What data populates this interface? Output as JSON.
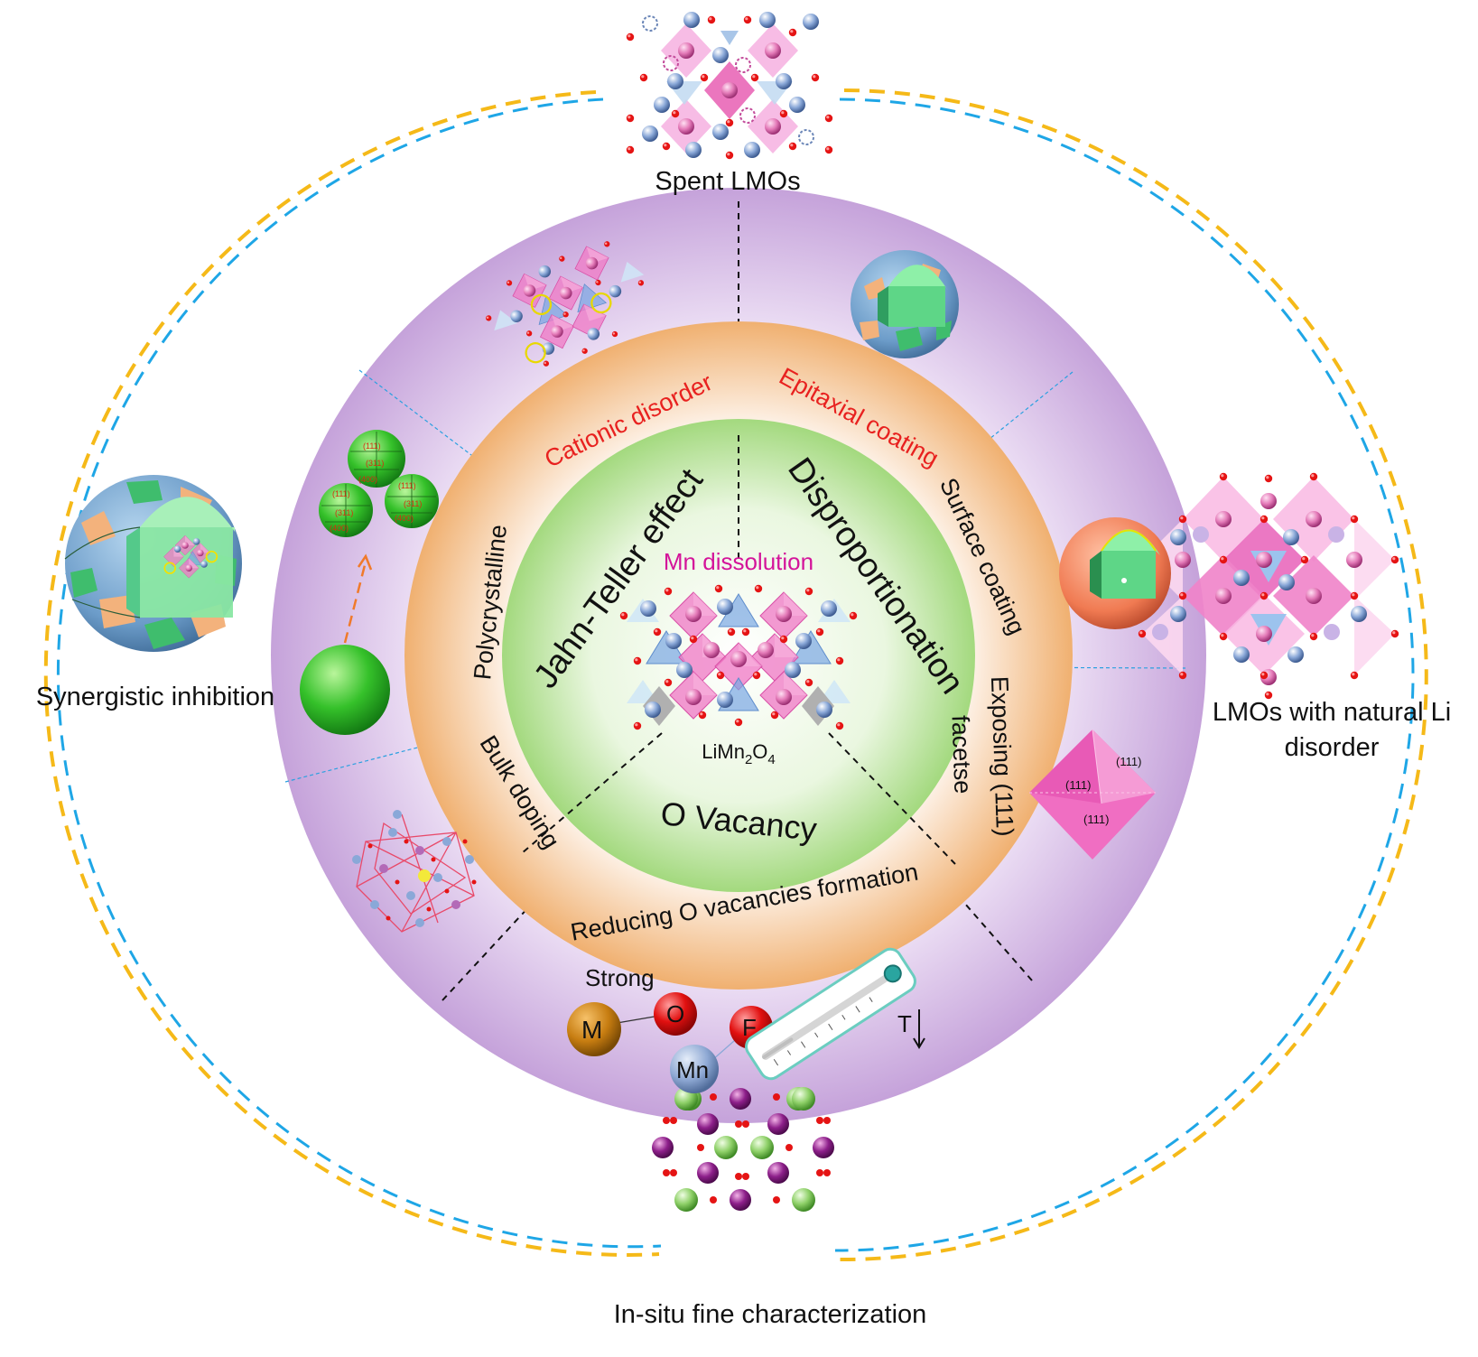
{
  "outer_labels": {
    "top": "Spent LMOs",
    "left": "Synergistic inhibition",
    "right_line1": "LMOs with natural Li",
    "right_line2": "disorder",
    "bottom": "In-situ fine characterization"
  },
  "core": {
    "jahn_teller": "Jahn-Teller effect",
    "disproportionation": "Disproportionation",
    "o_vacancy": "O Vacancy",
    "mn_dissolution": "Mn dissolution",
    "formula_main": "LiMn",
    "formula_sub1": "2",
    "formula_mid": "O",
    "formula_sub2": "4"
  },
  "ring_labels": {
    "cationic_disorder": "Cationic disorder",
    "epitaxial_coating": "Epitaxial coating",
    "surface_coating": "Surface coating",
    "exposing_line1": "Exposing (111)",
    "exposing_line2": "facetse",
    "polycrystalline": "Polycrystalline",
    "bulk_doping": "Bulk doping",
    "reducing_o_vacancies": "Reducing O vacancies formation"
  },
  "bonds": {
    "strong": "Strong",
    "m": "M",
    "o": "O",
    "f": "F",
    "mn": "Mn",
    "t": "T"
  },
  "facets": {
    "f1": "(111)",
    "f2": "(111)",
    "f3": "(111)",
    "f311": "(311)",
    "f400": "(400)"
  },
  "colors": {
    "purple_ring": "#c9a7dd",
    "orange_ring": "#f2b67a",
    "green_core": "#a8dc86",
    "red_text": "#e8211f",
    "magenta_text": "#d4149a",
    "dash_orange": "#f5b918",
    "dash_blue": "#1ea6e6"
  }
}
